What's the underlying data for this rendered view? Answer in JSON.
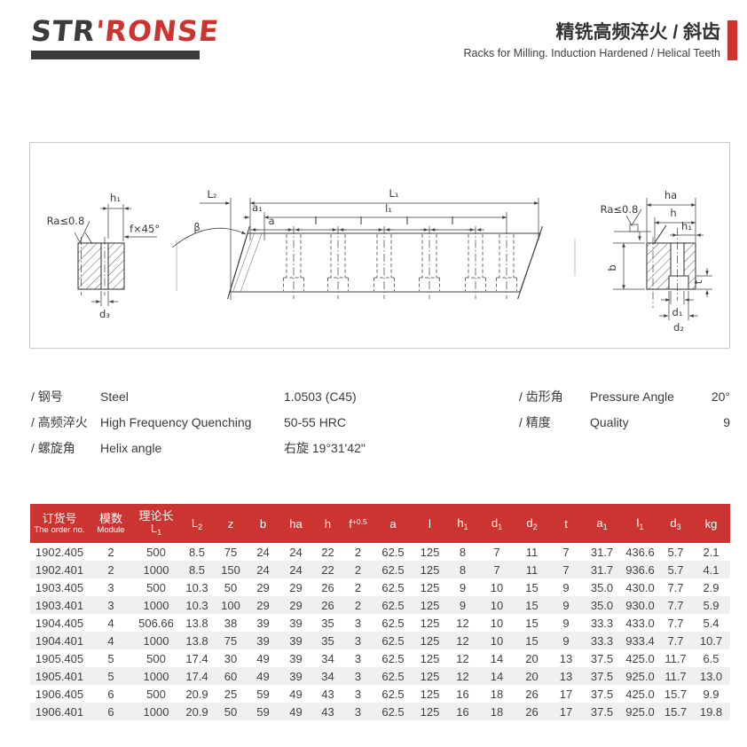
{
  "brand": {
    "logo_str": "STR",
    "logo_ronse": "'RONSE"
  },
  "header": {
    "title_zh": "精铣高频淬火 / 斜齿",
    "title_en": "Racks for Milling. Induction Hardened / Helical Teeth"
  },
  "colors": {
    "accent": "#cc3431",
    "dark": "#3b3b3b",
    "row_alt": "#f0f0f2",
    "line": "#3f3f3f",
    "border": "#c9c9c9",
    "text": "#414141"
  },
  "drawing": {
    "labels": {
      "h1": "h₁",
      "ra": "Ra≤0.8",
      "f45": "f×45°",
      "d3": "d₃",
      "L2": "L₂",
      "L1": "L₁",
      "l1": "l₁",
      "a1": "a₁",
      "a": "a",
      "l": "l",
      "beta": "β",
      "ha": "ha",
      "h": "h",
      "b": "b",
      "t": "t",
      "d1": "d₁",
      "d2": "d₂"
    }
  },
  "specs": {
    "left": [
      {
        "zh": "/ 钢号",
        "en": "Steel",
        "value": "1.0503 (C45)"
      },
      {
        "zh": "/ 高频淬火",
        "en": "High Frequency Quenching",
        "value": "50-55 HRC"
      },
      {
        "zh": "/ 螺旋角",
        "en": "Helix angle",
        "value": "右旋 19°31'42\""
      }
    ],
    "right": [
      {
        "zh": "/ 齿形角",
        "en": "Pressure Angle",
        "value": "20°"
      },
      {
        "zh": "/ 精度",
        "en": "Quality",
        "value": "9"
      }
    ]
  },
  "table": {
    "columns": [
      {
        "zh": "订货号",
        "en": "The order no."
      },
      {
        "zh": "模数",
        "en": "Module"
      },
      {
        "zh": "理论长",
        "base": "L",
        "sub": "1"
      },
      {
        "base": "L",
        "sub": "2"
      },
      {
        "base": "z"
      },
      {
        "base": "b"
      },
      {
        "base": "ha"
      },
      {
        "base": "h"
      },
      {
        "base": "f",
        "sup": "+0.5"
      },
      {
        "base": "a"
      },
      {
        "base": "l"
      },
      {
        "base": "h",
        "sub": "1"
      },
      {
        "base": "d",
        "sub": "1"
      },
      {
        "base": "d",
        "sub": "2"
      },
      {
        "base": "t"
      },
      {
        "base": "a",
        "sub": "1"
      },
      {
        "base": "l",
        "sub": "1"
      },
      {
        "base": "d",
        "sub": "3"
      },
      {
        "base": "kg"
      }
    ],
    "rows": [
      [
        "1902.405",
        "2",
        "500",
        "8.5",
        "75",
        "24",
        "24",
        "22",
        "2",
        "62.5",
        "125",
        "8",
        "7",
        "11",
        "7",
        "31.7",
        "436.6",
        "5.7",
        "2.1"
      ],
      [
        "1902.401",
        "2",
        "1000",
        "8.5",
        "150",
        "24",
        "24",
        "22",
        "2",
        "62.5",
        "125",
        "8",
        "7",
        "11",
        "7",
        "31.7",
        "936.6",
        "5.7",
        "4.1"
      ],
      [
        "1903.405",
        "3",
        "500",
        "10.3",
        "50",
        "29",
        "29",
        "26",
        "2",
        "62.5",
        "125",
        "9",
        "10",
        "15",
        "9",
        "35.0",
        "430.0",
        "7.7",
        "2.9"
      ],
      [
        "1903.401",
        "3",
        "1000",
        "10.3",
        "100",
        "29",
        "29",
        "26",
        "2",
        "62.5",
        "125",
        "9",
        "10",
        "15",
        "9",
        "35.0",
        "930.0",
        "7.7",
        "5.9"
      ],
      [
        "1904.405",
        "4",
        "506.66",
        "13.8",
        "38",
        "39",
        "39",
        "35",
        "3",
        "62.5",
        "125",
        "12",
        "10",
        "15",
        "9",
        "33.3",
        "433.0",
        "7.7",
        "5.4"
      ],
      [
        "1904.401",
        "4",
        "1000",
        "13.8",
        "75",
        "39",
        "39",
        "35",
        "3",
        "62.5",
        "125",
        "12",
        "10",
        "15",
        "9",
        "33.3",
        "933.4",
        "7.7",
        "10.7"
      ],
      [
        "1905.405",
        "5",
        "500",
        "17.4",
        "30",
        "49",
        "39",
        "34",
        "3",
        "62.5",
        "125",
        "12",
        "14",
        "20",
        "13",
        "37.5",
        "425.0",
        "11.7",
        "6.5"
      ],
      [
        "1905.401",
        "5",
        "1000",
        "17.4",
        "60",
        "49",
        "39",
        "34",
        "3",
        "62.5",
        "125",
        "12",
        "14",
        "20",
        "13",
        "37.5",
        "925.0",
        "11.7",
        "13.0"
      ],
      [
        "1906.405",
        "6",
        "500",
        "20.9",
        "25",
        "59",
        "49",
        "43",
        "3",
        "62.5",
        "125",
        "16",
        "18",
        "26",
        "17",
        "37.5",
        "425.0",
        "15.7",
        "9.9"
      ],
      [
        "1906.401",
        "6",
        "1000",
        "20.9",
        "50",
        "59",
        "49",
        "43",
        "3",
        "62.5",
        "125",
        "16",
        "18",
        "26",
        "17",
        "37.5",
        "925.0",
        "15.7",
        "19.8"
      ]
    ]
  }
}
